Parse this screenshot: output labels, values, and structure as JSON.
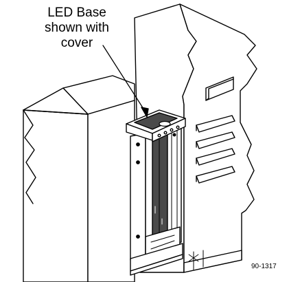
{
  "callout": {
    "line1": "LED Base",
    "line2": "shown with",
    "line3": "cover"
  },
  "figure_id": "90-1317",
  "colors": {
    "line": "#000000",
    "fill": "#ffffff",
    "dark": "#4a4a4a"
  }
}
